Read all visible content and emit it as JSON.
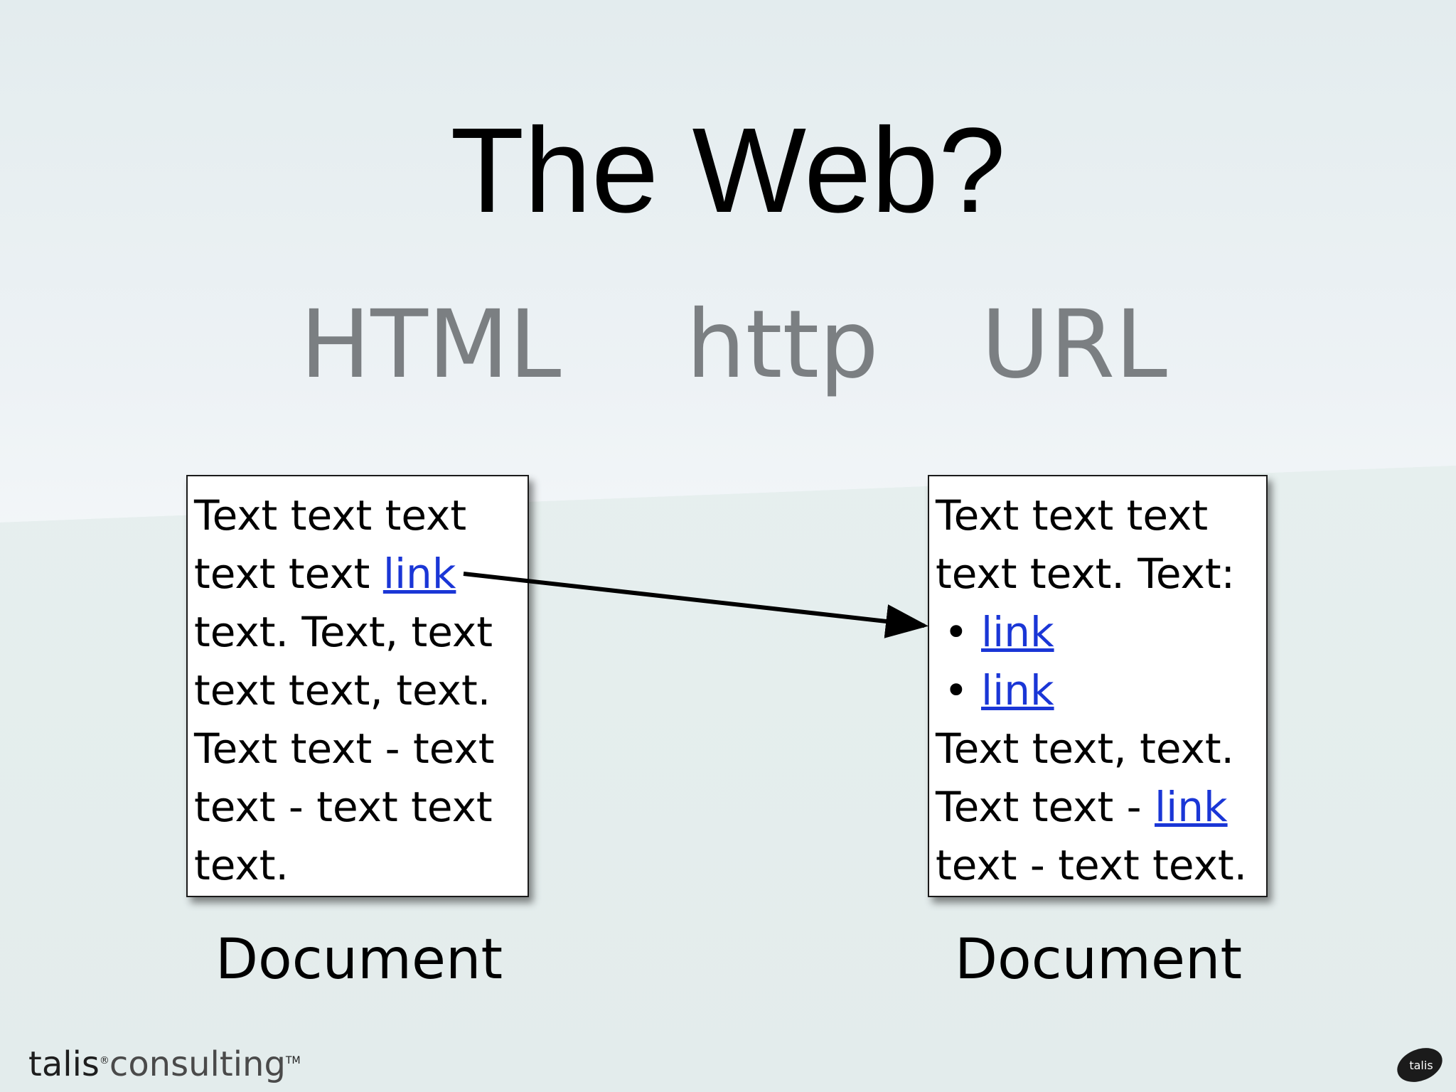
{
  "slide": {
    "title": "The Web?",
    "terms": [
      "HTML",
      "http",
      "URL"
    ]
  },
  "documents": {
    "left": {
      "lines": [
        "Text text text",
        "text text ",
        "link",
        "text.  Text, text",
        "text text, text.",
        "Text text - text",
        "text - text text",
        "text."
      ],
      "label": "Document"
    },
    "right": {
      "lines": [
        "Text text text",
        "text text. Text:",
        "•",
        "link",
        "•",
        "link",
        "Text text, text.",
        "Text text - ",
        "link",
        "text - text text."
      ],
      "label": "Document"
    }
  },
  "footer": {
    "brand_bold": "talis",
    "registered": "®",
    "brand_light": "consulting",
    "trademark": "TM",
    "logo_text": "talis"
  },
  "colors": {
    "link": "#1a36d6",
    "term": "#7b7f82",
    "arrow": "#000000"
  }
}
